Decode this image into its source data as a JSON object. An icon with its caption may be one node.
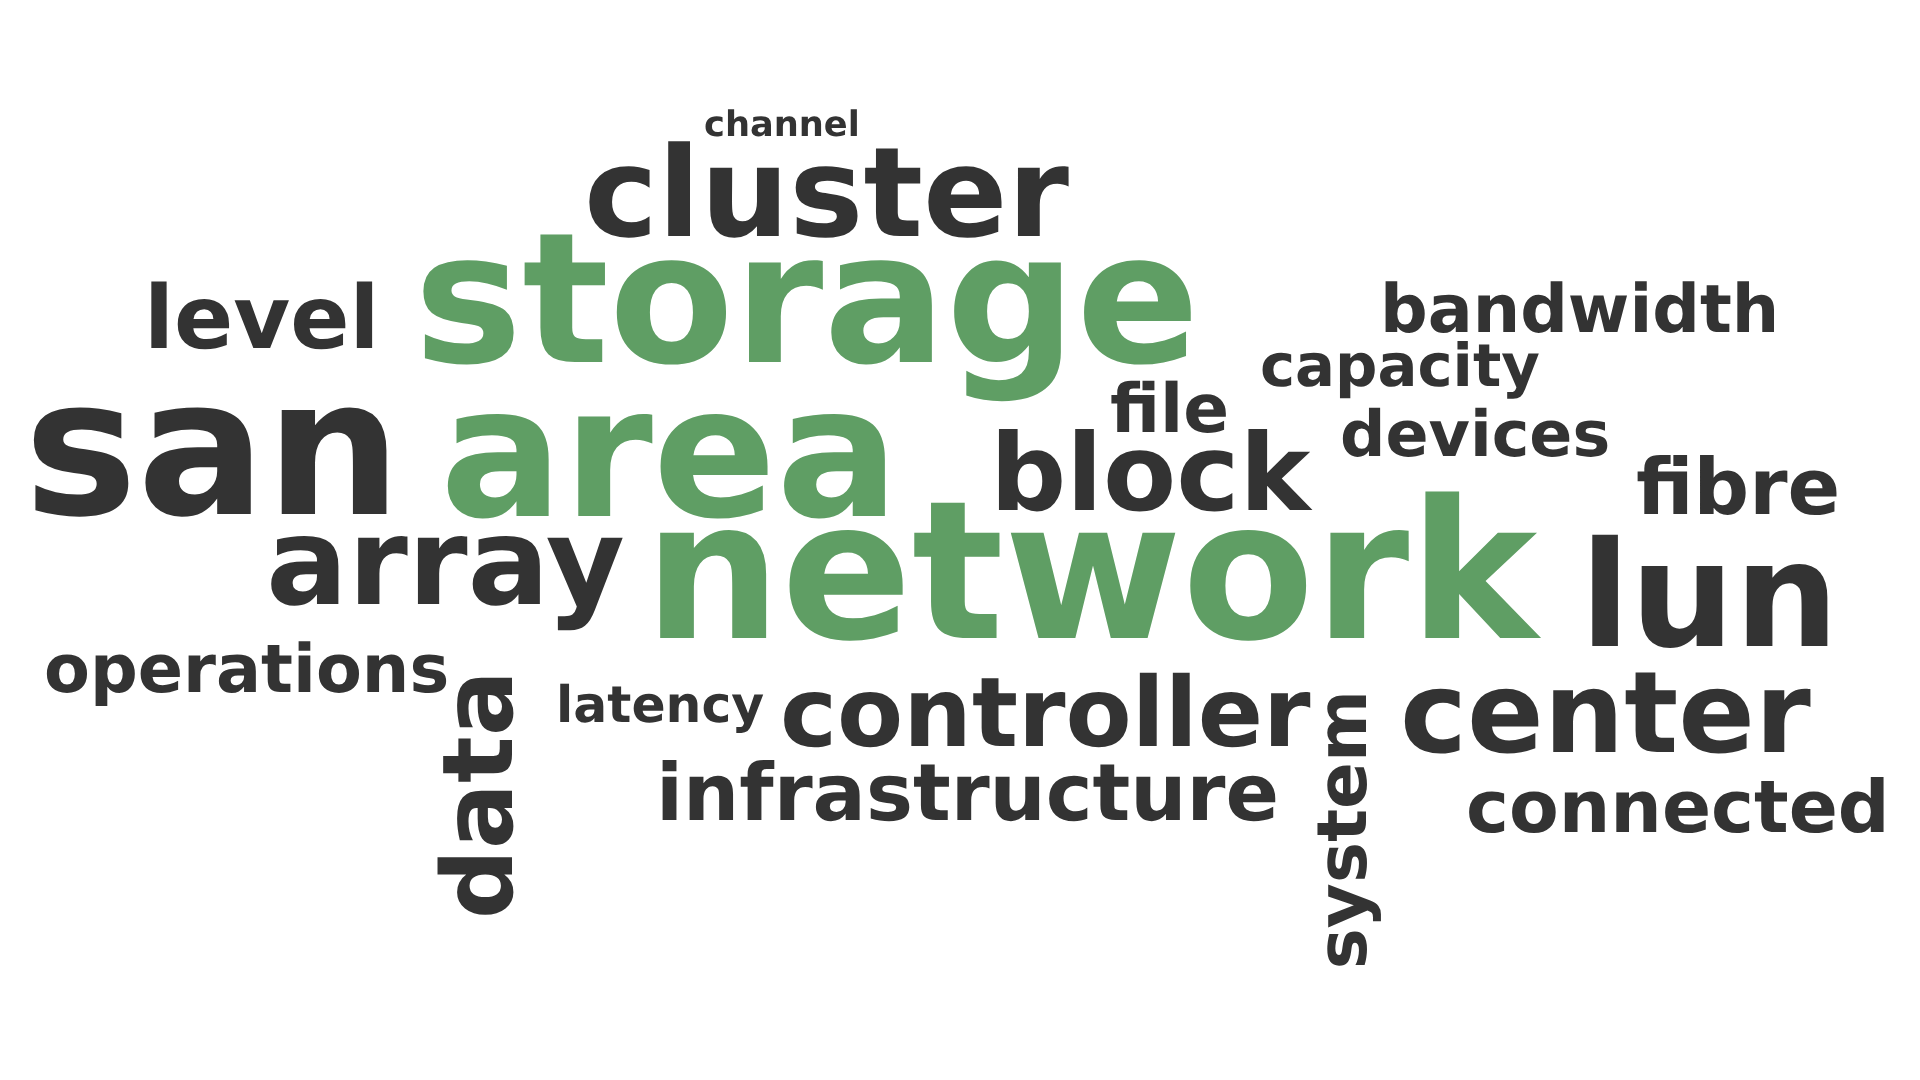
{
  "diagram": {
    "labels": [
      "channel",
      "cluster",
      "storage",
      "level",
      "bandwidth",
      "capacity",
      "san",
      "area",
      "file",
      "devices",
      "block",
      "fibre",
      "array",
      "network",
      "lun",
      "operations",
      "latency",
      "controller",
      "center",
      "data",
      "system",
      "infrastructure",
      "connected"
    ]
  }
}
